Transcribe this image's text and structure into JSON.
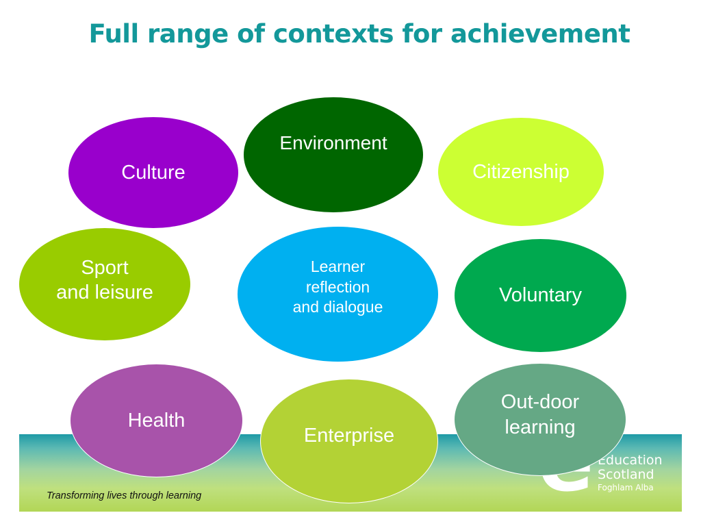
{
  "title": "Full range of contexts for achievement",
  "ovals": {
    "culture": "Culture",
    "environment": "Environment",
    "citizenship": "Citizenship",
    "sport_line1": "Sport",
    "sport_line2": "and leisure",
    "learner_line1": "Learner",
    "learner_line2": "reflection",
    "learner_line3": "and dialogue",
    "voluntary": "Voluntary",
    "health": "Health",
    "enterprise": "Enterprise",
    "outdoor_line1": "Out-door",
    "outdoor_line2": "learning"
  },
  "footer": {
    "tagline": "Transforming lives through learning",
    "logo_mark": "e",
    "logo_line1": "Education",
    "logo_line2": "Scotland",
    "logo_line3": "Foghlam Alba"
  },
  "colors": {
    "title": "#13989a",
    "culture": "#9900cc",
    "environment": "#006600",
    "citizenship": "#ccff33",
    "sport": "#99cc00",
    "learner": "#00b0f0",
    "voluntary": "#00a94f",
    "health": "#a853aa",
    "enterprise": "#b3d235",
    "outdoor": "#65a885"
  }
}
